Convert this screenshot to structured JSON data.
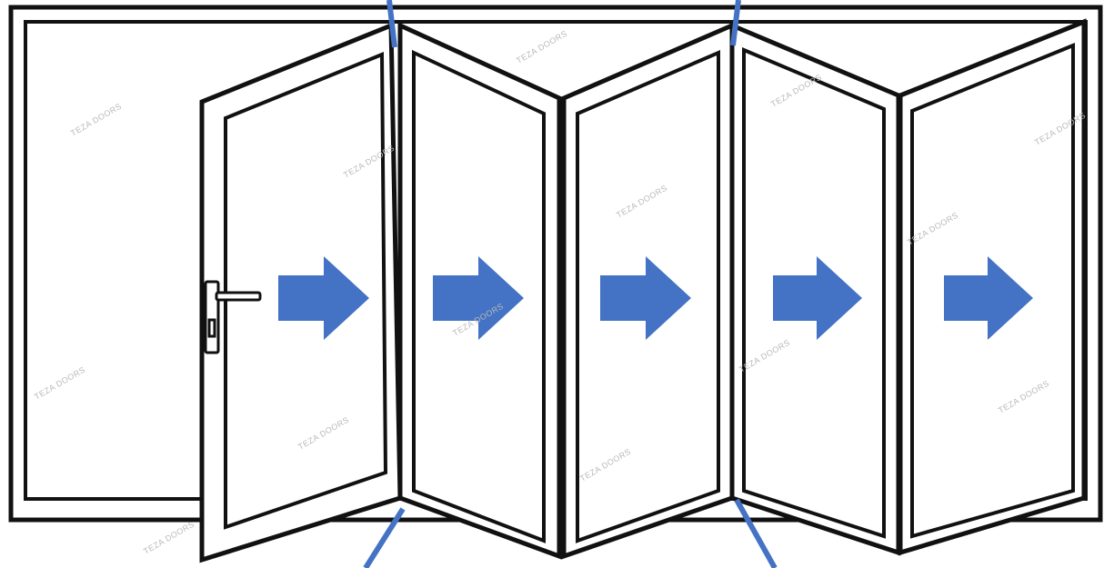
{
  "diagram": {
    "watermark_text": "TEZA DOORS",
    "colors": {
      "frame": "#111111",
      "arrow": "#4472c4",
      "hinge_line": "#4472c4",
      "background": "#ffffff",
      "watermark": "#b9b9b9"
    },
    "panels": [
      {
        "name": "door-leaf-1",
        "has_handle": true
      },
      {
        "name": "door-leaf-2",
        "has_handle": false
      },
      {
        "name": "door-leaf-3",
        "has_handle": false
      },
      {
        "name": "door-leaf-4",
        "has_handle": false
      },
      {
        "name": "door-leaf-5",
        "has_handle": false
      }
    ],
    "arrows": {
      "count": 5,
      "direction": "right"
    },
    "icons": [
      "door-handle-icon",
      "arrow-right-icon",
      "hinge-line"
    ]
  }
}
